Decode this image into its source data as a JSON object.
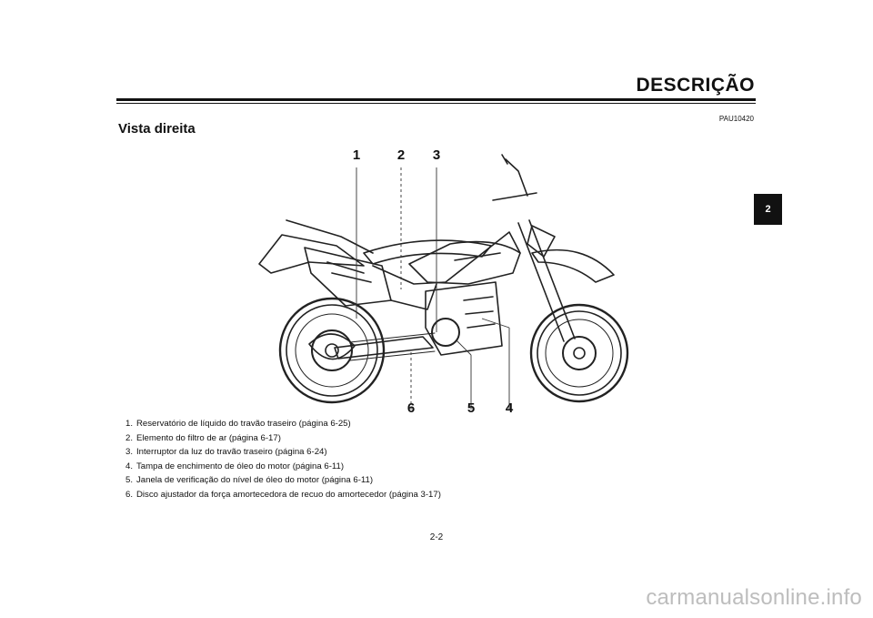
{
  "header": {
    "title": "DESCRIÇÃO",
    "code": "PAU10420"
  },
  "section": {
    "title": "Vista direita"
  },
  "side_tab": {
    "label": "2"
  },
  "callouts": {
    "c1": "1",
    "c2": "2",
    "c3": "3",
    "c4": "4",
    "c5": "5",
    "c6": "6"
  },
  "legend": [
    {
      "num": "1.",
      "text": "Reservatório de líquido do travão traseiro (página 6-25)"
    },
    {
      "num": "2.",
      "text": "Elemento do filtro de ar (página 6-17)"
    },
    {
      "num": "3.",
      "text": "Interruptor da luz do travão traseiro (página 6-24)"
    },
    {
      "num": "4.",
      "text": "Tampa de enchimento de óleo do motor (página 6-11)"
    },
    {
      "num": "5.",
      "text": "Janela de verificação do nível de óleo do motor (página 6-11)"
    },
    {
      "num": "6.",
      "text": "Disco ajustador da força amortecedora de recuo do amortecedor (página 3-17)"
    }
  ],
  "page_number": "2-2",
  "watermark": "carmanualsonline.info"
}
